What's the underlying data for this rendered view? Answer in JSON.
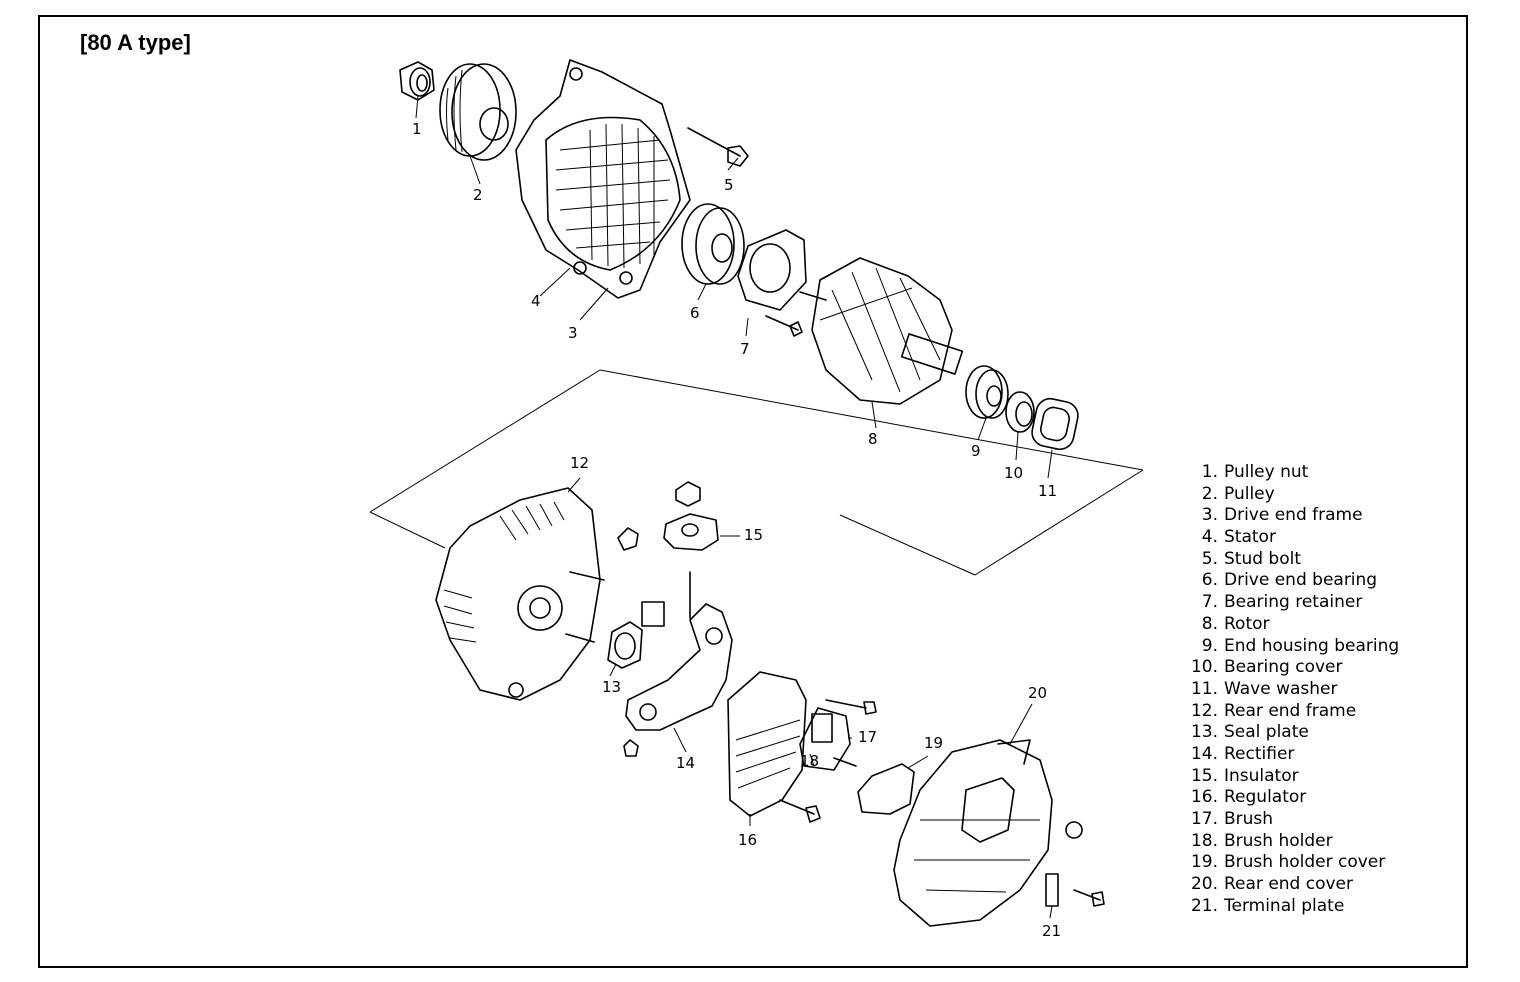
{
  "title": "[80 A type]",
  "callouts": [
    "1",
    "2",
    "3",
    "4",
    "5",
    "6",
    "7",
    "8",
    "9",
    "10",
    "11",
    "12",
    "13",
    "14",
    "15",
    "16",
    "17",
    "18",
    "19",
    "20",
    "21"
  ],
  "legend": [
    {
      "num": "1.",
      "label": "Pulley nut"
    },
    {
      "num": "2.",
      "label": "Pulley"
    },
    {
      "num": "3.",
      "label": "Drive end frame"
    },
    {
      "num": "4.",
      "label": "Stator"
    },
    {
      "num": "5.",
      "label": "Stud bolt"
    },
    {
      "num": "6.",
      "label": "Drive end bearing"
    },
    {
      "num": "7.",
      "label": "Bearing retainer"
    },
    {
      "num": "8.",
      "label": "Rotor"
    },
    {
      "num": "9.",
      "label": "End housing bearing"
    },
    {
      "num": "10.",
      "label": "Bearing cover"
    },
    {
      "num": "11.",
      "label": "Wave washer"
    },
    {
      "num": "12.",
      "label": "Rear end frame"
    },
    {
      "num": "13.",
      "label": "Seal plate"
    },
    {
      "num": "14.",
      "label": "Rectifier"
    },
    {
      "num": "15.",
      "label": "Insulator"
    },
    {
      "num": "16.",
      "label": "Regulator"
    },
    {
      "num": "17.",
      "label": "Brush"
    },
    {
      "num": "18.",
      "label": "Brush holder"
    },
    {
      "num": "19.",
      "label": "Brush holder cover"
    },
    {
      "num": "20.",
      "label": "Rear end cover"
    },
    {
      "num": "21.",
      "label": "Terminal plate"
    }
  ]
}
